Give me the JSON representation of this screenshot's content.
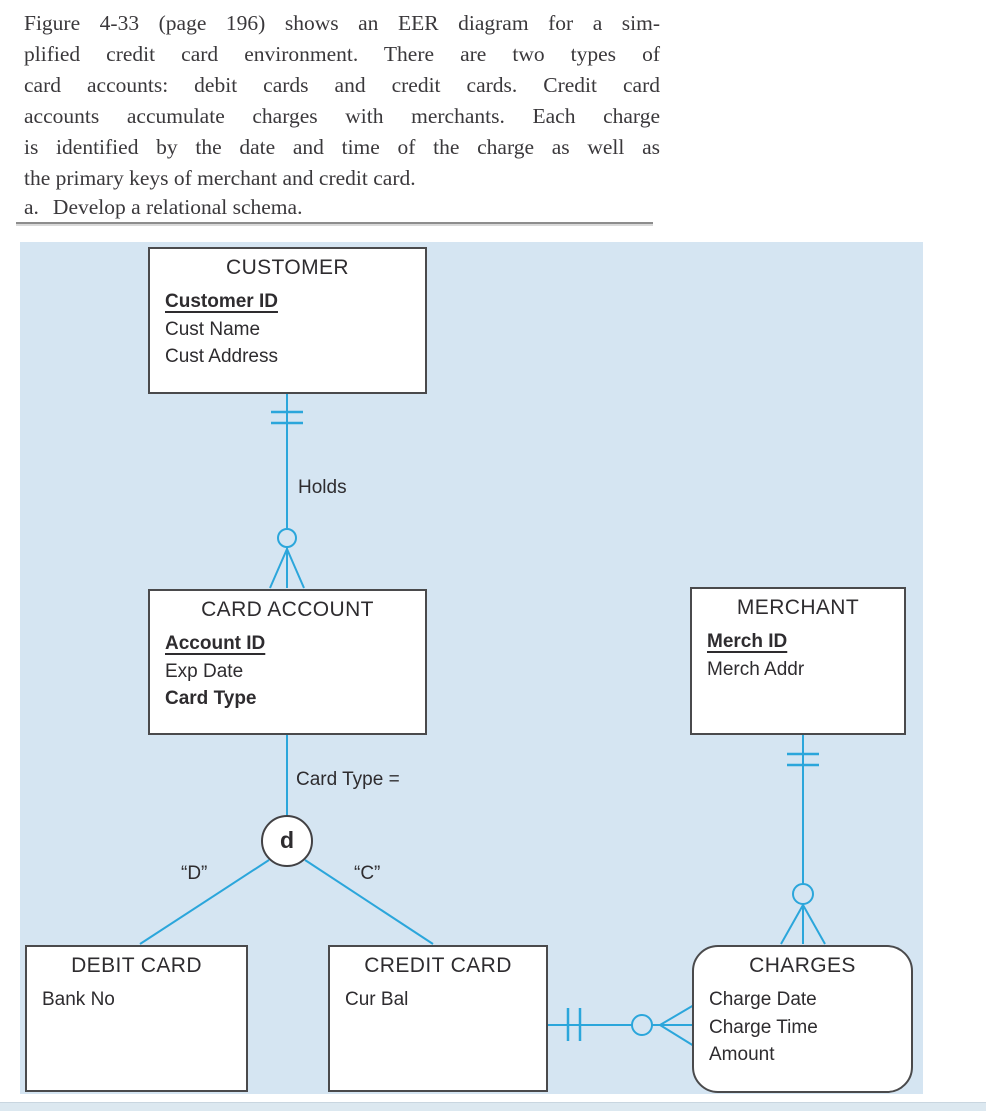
{
  "problem": {
    "lines": [
      "Figure 4-33 (page 196) shows an EER diagram for a sim-",
      "plified credit card environment. There are two types of",
      "card accounts: debit cards and credit cards. Credit card",
      "accounts accumulate charges with merchants. Each charge",
      "is identified by the date and time of the charge as well as",
      "the primary keys of merchant and credit card."
    ],
    "item_a_marker": "a.",
    "item_a_text": "Develop a relational schema."
  },
  "diagram": {
    "colors": {
      "panel_bg": "#d5e5f2",
      "line": "#2ba6db",
      "box_border": "#4a4a4c",
      "strip": "#dce8f0"
    },
    "entities": {
      "customer": {
        "title": "CUSTOMER",
        "attrs": [
          "Customer ID",
          "Cust Name",
          "Cust Address"
        ]
      },
      "card_account": {
        "title": "CARD ACCOUNT",
        "attrs": [
          "Account ID",
          "Exp Date",
          "Card Type"
        ]
      },
      "merchant": {
        "title": "MERCHANT",
        "attrs": [
          "Merch ID",
          "Merch Addr"
        ]
      },
      "debit_card": {
        "title": "DEBIT CARD",
        "attrs": [
          "Bank No"
        ]
      },
      "credit_card": {
        "title": "CREDIT CARD",
        "attrs": [
          "Cur Bal"
        ]
      },
      "charges": {
        "title": "CHARGES",
        "attrs": [
          "Charge Date",
          "Charge Time",
          "Amount"
        ]
      }
    },
    "labels": {
      "holds": "Holds",
      "card_type_eq": "Card Type =",
      "d_circle": "d",
      "debit_value": "“D”",
      "credit_value": "“C”"
    }
  }
}
